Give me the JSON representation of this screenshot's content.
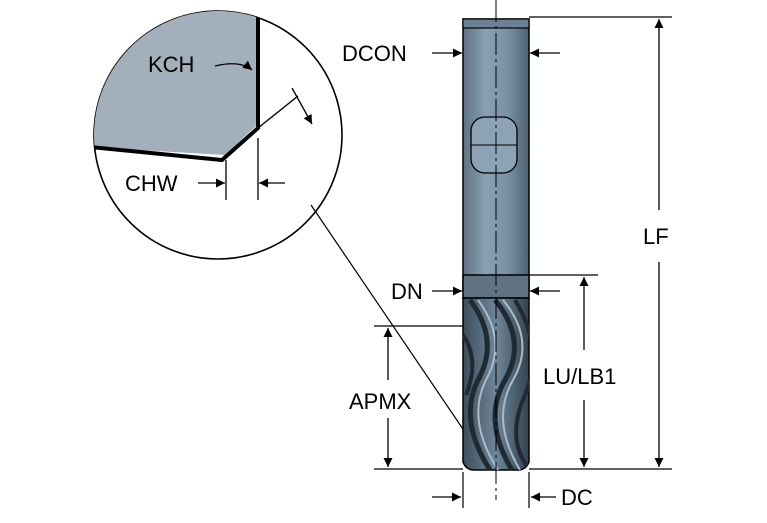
{
  "labels": {
    "kch": "KCH",
    "chw": "CHW",
    "dcon": "DCON",
    "dn": "DN",
    "apmx": "APMX",
    "lf": "LF",
    "lu_lb1": "LU/LB1",
    "dc": "DC"
  },
  "colors": {
    "shank_fill": "#7f95a8",
    "detail_fill": "#a3afbb",
    "line": "#000000",
    "background": "#ffffff"
  }
}
